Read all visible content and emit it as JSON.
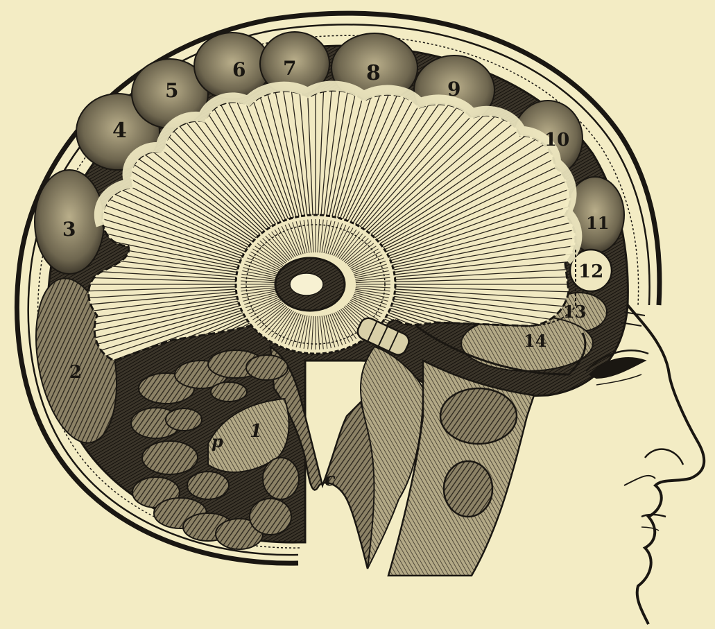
{
  "colors": {
    "paper": "#f3ecc4",
    "ink": "#1a1712",
    "shade": "#5a5242"
  },
  "labels": {
    "n2": "2",
    "n3": "3",
    "n4": "4",
    "n5": "5",
    "n6": "6",
    "n7": "7",
    "n8": "8",
    "n9": "9",
    "n10": "10",
    "n11": "11",
    "n12": "12",
    "n13": "13",
    "n14": "14",
    "n1": "1",
    "p": "p",
    "c": "c"
  }
}
